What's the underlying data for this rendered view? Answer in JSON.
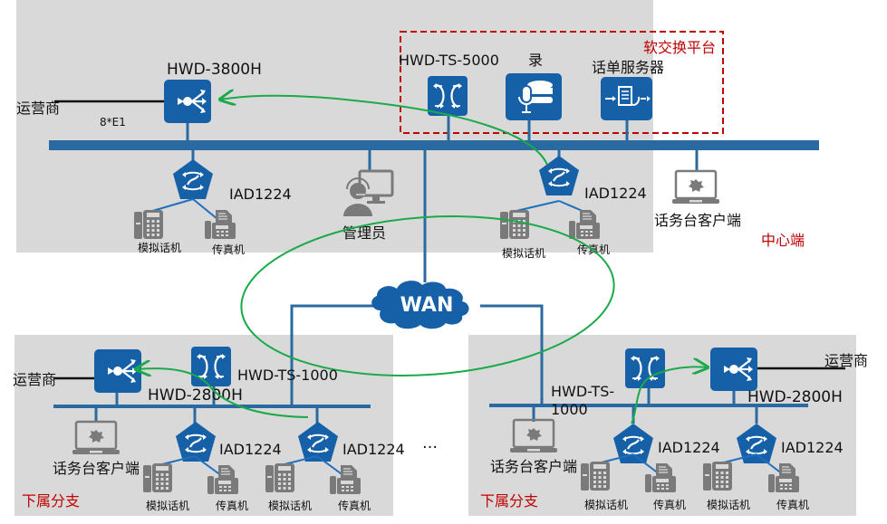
{
  "colors": {
    "zone_bg": "#d9d9d9",
    "device_blue": "#1660a8",
    "bus_blue": "#2a6aa0",
    "link_blue": "#1f6fbf",
    "terminal_gray": "#7a7a7a",
    "call_flow_green": "#1aaa4a",
    "softswitch_border_red": "#c00000",
    "zone_label_red": "#c00000",
    "carrier_line_black": "#111111"
  },
  "center": {
    "zone_label": "中心端",
    "softswitch_group_label": "软交换平台",
    "gateway": {
      "model": "HWD-3800H",
      "icon": "voice-gateway-icon"
    },
    "carrier_label": "运营商",
    "trunk_label": "8*E1",
    "softswitch": {
      "model": "HWD-TS-5000",
      "icon": "softswitch-icon"
    },
    "recorder": {
      "label": "录",
      "icon": "recording-server-icon"
    },
    "cdr_server": {
      "label": "话单服务器",
      "icon": "cdr-server-icon"
    },
    "iads": [
      {
        "model": "IAD1224",
        "phone_label": "模拟话机",
        "fax_label": "传真机"
      },
      {
        "model": "IAD1224",
        "phone_label": "模拟话机",
        "fax_label": "传真机"
      }
    ],
    "admin": {
      "label": "管理员",
      "icon": "admin-operator-icon"
    },
    "console_client": {
      "label": "话务台客户端",
      "icon": "laptop-icon"
    }
  },
  "wan": {
    "label": "WAN",
    "icon": "cloud-icon"
  },
  "ellipsis": "…",
  "branch_left": {
    "zone_label": "下属分支",
    "gateway": {
      "model": "HWD-2800H"
    },
    "carrier_label": "运营商",
    "softswitch": {
      "model": "HWD-TS-1000"
    },
    "console_client": {
      "label": "话务台客户端"
    },
    "iads": [
      {
        "model": "IAD1224",
        "phone_label": "模拟话机",
        "fax_label": "传真机"
      },
      {
        "model": "IAD1224",
        "phone_label": "模拟话机",
        "fax_label": "传真机"
      }
    ]
  },
  "branch_right": {
    "zone_label": "下属分支",
    "gateway": {
      "model": "HWD-2800H"
    },
    "carrier_label": "运营商",
    "softswitch": {
      "model_line1": "HWD-TS-",
      "model_line2": "1000"
    },
    "console_client": {
      "label": "话务台客户端"
    },
    "iads": [
      {
        "model": "IAD1224",
        "phone_label": "模拟话机",
        "fax_label": "传真机"
      },
      {
        "model": "IAD1224",
        "phone_label": "模拟话机",
        "fax_label": "传真机"
      }
    ]
  }
}
